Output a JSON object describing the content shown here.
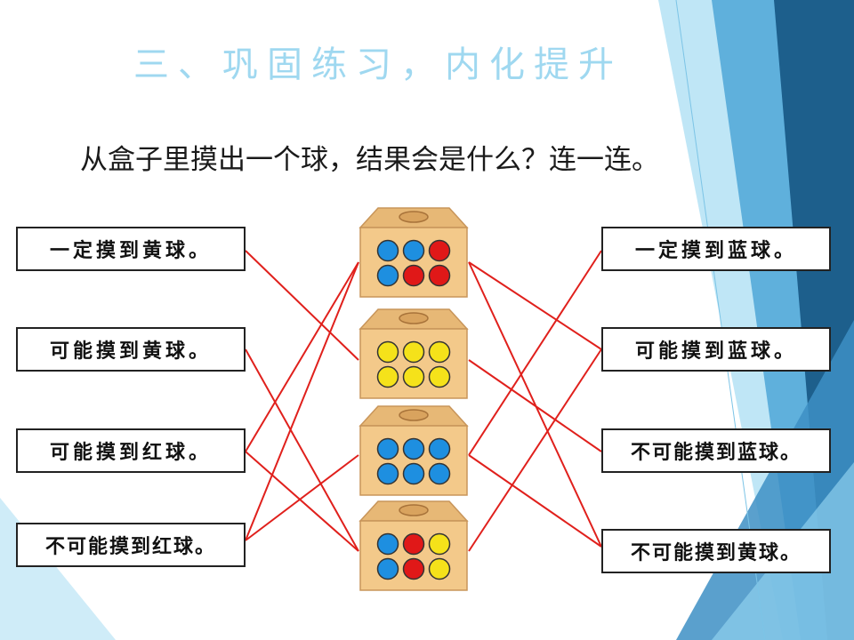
{
  "title": "三、巩固练习，内化提升",
  "instruction": "从盒子里摸出一个球，结果会是什么？连一连。",
  "left_labels": [
    "一定摸到黄球。",
    "可能摸到黄球。",
    "可能摸到红球。",
    "不可能摸到红球。"
  ],
  "right_labels": [
    "一定摸到蓝球。",
    "可能摸到蓝球。",
    "不可能摸到蓝球。",
    "不可能摸到黄球。"
  ],
  "boxes": [
    {
      "balls": [
        "blue",
        "blue",
        "red",
        "blue",
        "red",
        "red"
      ]
    },
    {
      "balls": [
        "yellow",
        "yellow",
        "yellow",
        "yellow",
        "yellow",
        "yellow"
      ]
    },
    {
      "balls": [
        "blue",
        "blue",
        "blue",
        "blue",
        "blue",
        "blue"
      ]
    },
    {
      "balls": [
        "blue",
        "red",
        "yellow",
        "blue",
        "red",
        "yellow"
      ]
    }
  ],
  "connections_left": [
    [
      0,
      1
    ],
    [
      1,
      3
    ],
    [
      2,
      0
    ],
    [
      2,
      3
    ],
    [
      3,
      0
    ],
    [
      3,
      2
    ]
  ],
  "connections_right": [
    [
      0,
      1
    ],
    [
      0,
      3
    ],
    [
      1,
      2
    ],
    [
      2,
      0
    ],
    [
      2,
      3
    ],
    [
      3,
      1
    ]
  ],
  "colors": {
    "title": "#9fd8f0",
    "line": "#e0201c",
    "blue": "#1e8fe0",
    "red": "#e01818",
    "yellow": "#f5e21a",
    "box_face": "#f3c98a",
    "box_top": "#e7b876",
    "decor_dark": "#1d5f8c",
    "decor_mid": "#3d8fc4",
    "decor_light": "#a8dcf2"
  }
}
